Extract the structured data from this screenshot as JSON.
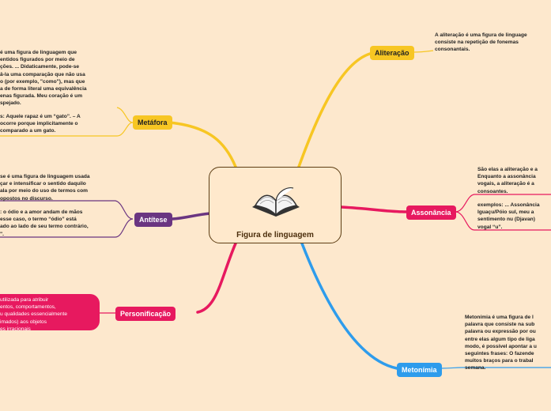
{
  "central": {
    "title": "Figura de linguagem",
    "icon": "open-book-icon"
  },
  "branches": {
    "aliteracao": {
      "label": "Aliteração",
      "color": "#f7c623",
      "text_color": "#222222",
      "notes": [
        "A aliteração é uma figura de linguage\nconsiste na repetição de fonemas\nconsonantais."
      ]
    },
    "metafora": {
      "label": "Metáfora",
      "color": "#f7c623",
      "text_color": "#222222",
      "notes": [
        "é uma figura de linguagem que\nentidos figurados por meio de\nções. ... Didaticamente, pode-se\nâ-la uma comparação que não usa\no (por exemplo, \"como\"), mas que\na de forma literal uma equivalência\nenas figurada. Meu coração é um\nspejado.",
        "s: Aquele rapaz é um “gato”. – A\nocorre porque implicitamente o\ncomparado a um gato."
      ]
    },
    "antitese": {
      "label": "Antítese",
      "color": "#6a3581",
      "text_color": "#ffffff",
      "notes": [
        "se é uma figura de linguagem usada\nçar e intensificar o sentido daquilo\nala por meio do uso de termos com\nopostos no discurso.",
        ": o ódio e a amor andam de mãos\nesse caso, o termo “ódio” está\nado ao lado de seu termo contrário,\n\"."
      ]
    },
    "assonancia": {
      "label": "Assonância",
      "color": "#e7195f",
      "text_color": "#ffffff",
      "notes": [
        "São elas a aliteração e a\nEnquanto a assonância\nvogais, a aliteração é a\nconsoantes.",
        "exemplos: ... Assonância\nIguaçu/Póio sul, meu a\nsentimento nu (Djavan)\nvogal “u”."
      ]
    },
    "personificacao": {
      "label": "Personificação",
      "color": "#e7195f",
      "text_color": "#ffffff",
      "notes": [
        "utilizada para atribuir\nentos, comportamentos,\nu qualidades essencialmente\nimados) aos objetos\nes irracionais"
      ]
    },
    "metonimia": {
      "label": "Metonímia",
      "color": "#2e9cec",
      "text_color": "#ffffff",
      "notes": [
        "Metonímia é uma figura de l\npalavra que consiste na sub\npalavra ou expressão por ou\nentre elas algum tipo de liga\nmodo, é possível apontar a u\nseguintes frases: O fazende\nmuitos braços para o trabal\nsemana."
      ]
    }
  }
}
